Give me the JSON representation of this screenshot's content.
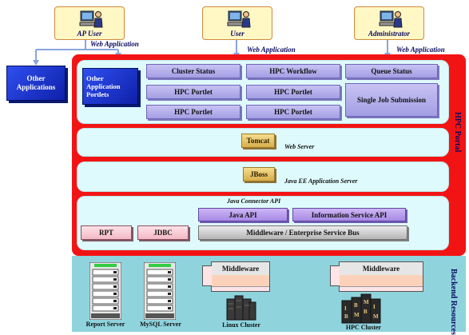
{
  "users": {
    "ap_user": {
      "label": "AP   User"
    },
    "user": {
      "label": "User"
    },
    "administrator": {
      "label": "Administrator"
    }
  },
  "web_application_label": "Web Application",
  "other_applications": "Other Applications",
  "portal": {
    "side_label": "HPC  Portal",
    "other_portlets": "Other Application Portlets",
    "portlets": {
      "cluster_status": "Cluster Status",
      "hpc_workflow": "HPC Workflow",
      "queue_status": "Queue Status",
      "hpc_portlet": "HPC Portlet",
      "single_job_submission": "Single Job Submission"
    },
    "web_server": {
      "component": "Tomcat",
      "label": "Web Server"
    },
    "app_server": {
      "component": "JBoss",
      "label": "Java EE Application Server"
    },
    "connector": {
      "label": "Java Connector API",
      "java_api": "Java API",
      "info_service_api": "Information Service API",
      "rpt": "RPT",
      "jdbc": "JDBC",
      "middleware_bus": "Middleware / Enterprise Service Bus"
    }
  },
  "backend": {
    "side_label": "Backend Resources",
    "middleware": "Middleware",
    "report_server": "Report Server",
    "mysql_server": "MySQL Server",
    "linux_cluster": "Linux Cluster",
    "hpc_cluster": "HPC Cluster",
    "ibm_letters": "IBM"
  },
  "colors": {
    "portal_red": "#f21414",
    "panel": "#dffafc",
    "backend_teal": "#8fd3dd",
    "portlet": "#b6b0ec"
  },
  "icons": [
    "user-workstation-icon",
    "server-rack-icon",
    "cluster-icon"
  ]
}
